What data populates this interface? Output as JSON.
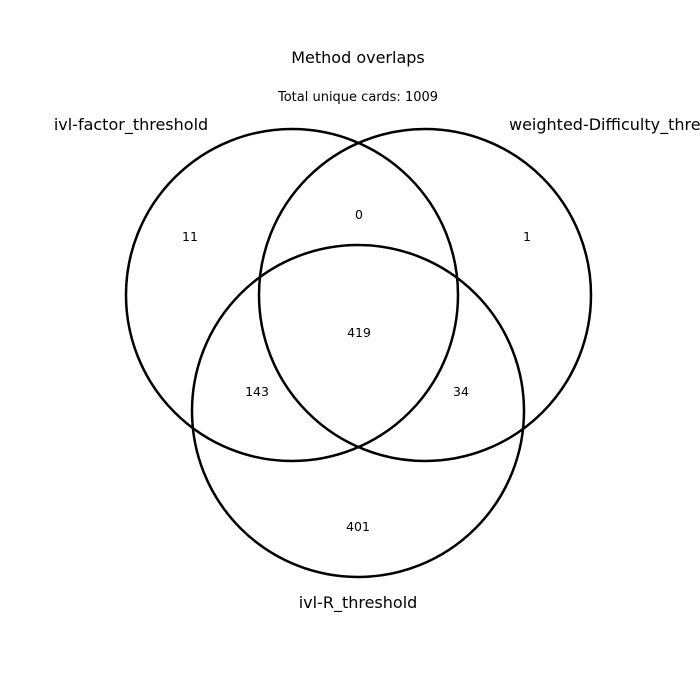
{
  "chart_data": {
    "type": "venn",
    "title": "Method overlaps",
    "subtitle": "Total unique cards: 1009",
    "sets": [
      "ivl-factor_threshold",
      "weighted-Difficulty_thre",
      "ivl-R_threshold"
    ],
    "regions": {
      "A_only": "11",
      "B_only": "1",
      "AB_only": "0",
      "ABC": "419",
      "AC_only": "143",
      "BC_only": "34",
      "C_only": "401"
    },
    "line_color": "#000000"
  }
}
